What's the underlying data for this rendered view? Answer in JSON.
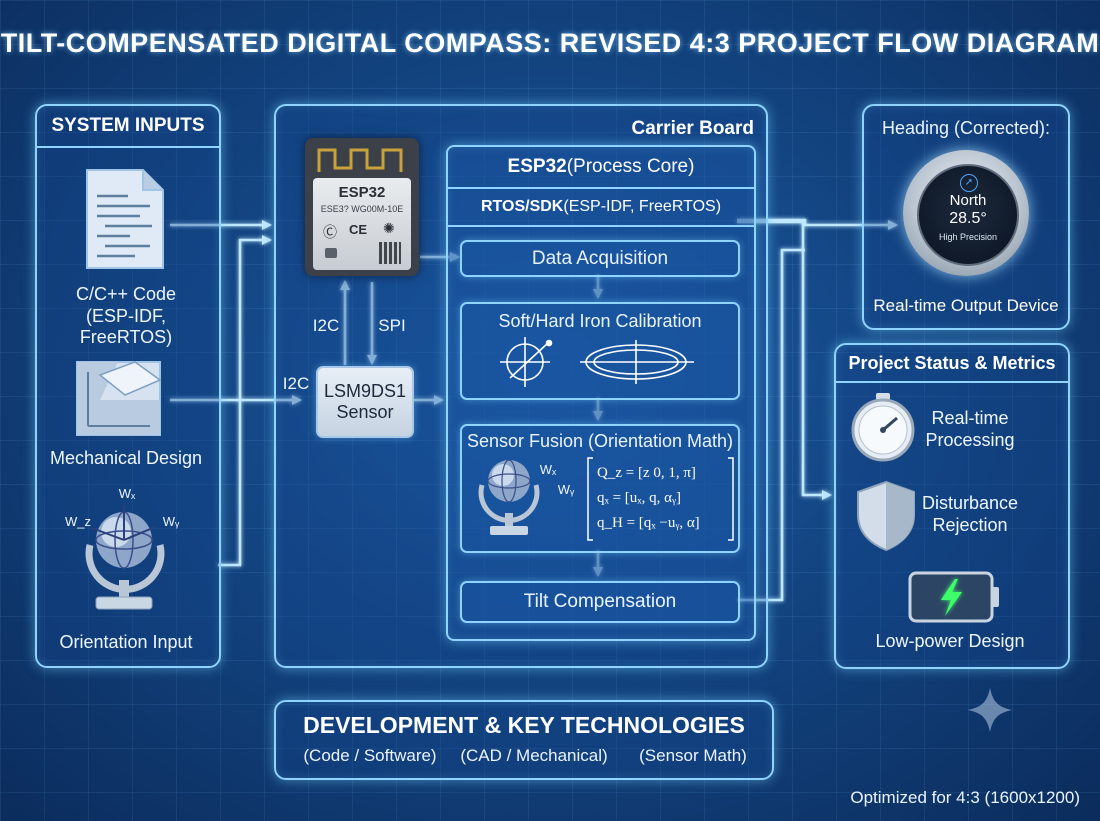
{
  "title": "TILT-COMPENSATED DIGITAL COMPASS: REVISED 4:3 PROJECT FLOW DIAGRAM",
  "inputs": {
    "header": "SYSTEM INPUTS",
    "code_label_1": "C/C++ Code",
    "code_label_2": "(ESP-IDF, FreeRTOS)",
    "mech_label": "Mechanical Design",
    "orient_label": "Orientation Input",
    "gimbal_wx": "Wₓ",
    "gimbal_wz": "W_z",
    "gimbal_wy": "Wᵧ"
  },
  "carrier": {
    "header": "Carrier Board",
    "chip_name": "ESP32",
    "chip_model": "ESE3? WG00M-10E",
    "i2c_label": "I2C",
    "spi_label": "SPI",
    "i2c_in_label": "I2C",
    "sensor_line1": "LSM9DS1",
    "sensor_line2": "Sensor"
  },
  "core": {
    "header_bold": "ESP32",
    "header_rest": " (Process Core)",
    "rtos_bold": "RTOS/SDK",
    "rtos_rest": " (ESP-IDF, FreeRTOS)",
    "steps": {
      "acquisition": "Data Acquisition",
      "calibration": "Soft/Hard Iron Calibration",
      "fusion": "Sensor Fusion (Orientation Math)",
      "tilt": "Tilt Compensation"
    },
    "fusion_wx": "Wₓ",
    "fusion_wy": "Wᵧ",
    "equations": [
      "Q_z = [z 0, 1, π]",
      "qₓ = [uₓ, q, αᵧ]",
      "q_H = [qₓ −uᵧ, α]"
    ]
  },
  "output": {
    "header": "Heading (Corrected):",
    "direction": "North",
    "degrees": "28.5°",
    "precision": "High Precision",
    "device_label": "Real-time Output Device"
  },
  "status": {
    "header": "Project Status & Metrics",
    "item1_line1": "Real-time",
    "item1_line2": "Processing",
    "item2_line1": "Disturbance",
    "item2_line2": "Rejection",
    "item3": "Low-power Design"
  },
  "dev": {
    "header": "DEVELOPMENT & KEY TECHNOLOGIES",
    "tag1": "(Code / Software)",
    "tag2": "(CAD / Mechanical)",
    "tag3": "(Sensor Math)"
  },
  "footer": "Optimized for 4:3 (1600x1200)",
  "colors": {
    "background": "#134582",
    "neon": "#8fd3ff",
    "accent_green": "#3dff6a"
  }
}
